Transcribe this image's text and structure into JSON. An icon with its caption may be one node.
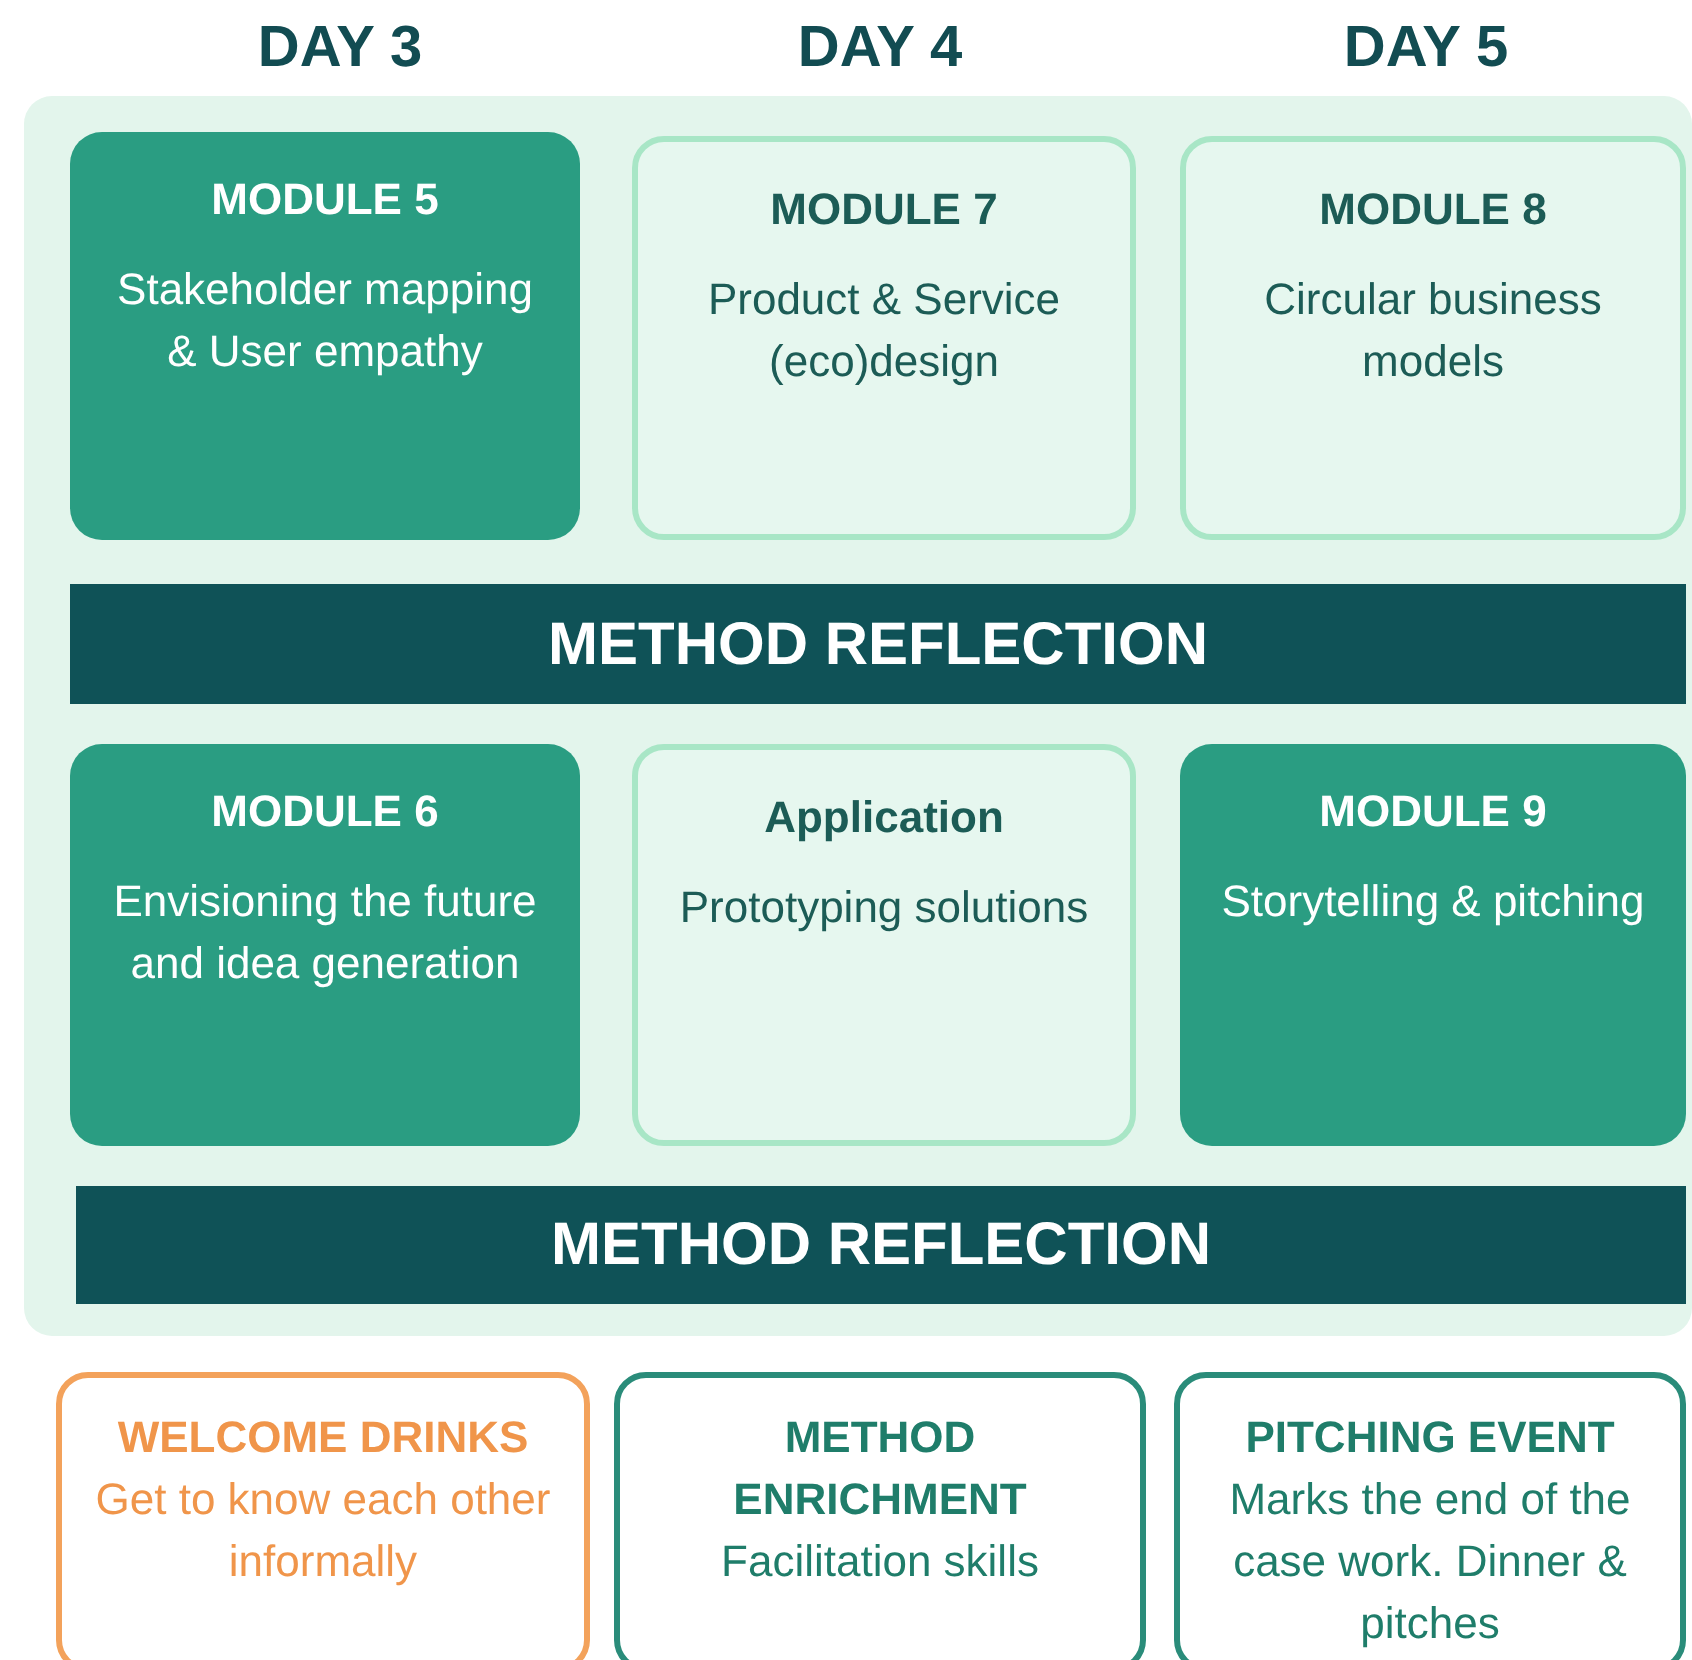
{
  "diagram": {
    "nodes": [
      {
        "text": [
          "MODULE 5",
          "Stakeholder mapping & User empathy"
        ]
      },
      {
        "text": [
          "MODULE 7",
          "Product & Service (eco)design"
        ]
      },
      {
        "text": [
          "MODULE 8",
          "Circular business models"
        ]
      },
      {
        "text": [
          "METHOD REFLECTION"
        ]
      },
      {
        "text": [
          "MODULE 6",
          "Envisioning the future and idea generation"
        ]
      },
      {
        "text": [
          "Application",
          "Prototyping solutions"
        ]
      },
      {
        "text": [
          "MODULE 9",
          "Storytelling & pitching"
        ]
      },
      {
        "text": [
          "METHOD REFLECTION"
        ]
      },
      {
        "text": [
          "WELCOME DRINKS",
          "Get to know each other informally"
        ]
      },
      {
        "text": [
          "METHOD ENRICHMENT",
          "Facilitation skills"
        ]
      },
      {
        "text": [
          "PITCHING EVENT",
          "Marks the end of the case work. Dinner & pitches"
        ]
      }
    ],
    "labels": [
      "DAY 3",
      "DAY 4",
      "DAY 5"
    ]
  }
}
